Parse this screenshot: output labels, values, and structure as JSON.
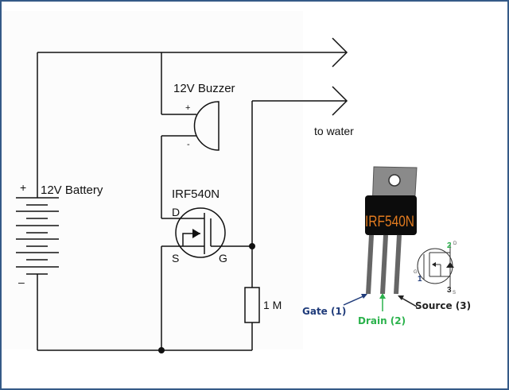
{
  "schematic": {
    "battery_label": "12V Battery",
    "battery_plus": "+",
    "battery_minus": "–",
    "buzzer_label": "12V Buzzer",
    "buzzer_plus": "+",
    "buzzer_minus": "-",
    "mosfet_label": "IRF540N",
    "pin_d": "D",
    "pin_s": "S",
    "pin_g": "G",
    "resistor_label": "1 M",
    "water_label": "to water"
  },
  "package": {
    "marking": "IRF540N",
    "gate_label": "Gate (1)",
    "drain_label": "Drain (2)",
    "source_label": "Source (3)",
    "symbol_pin1": "1",
    "symbol_pin2": "2",
    "symbol_pin3": "3",
    "symbol_g": "G",
    "symbol_d": "D",
    "symbol_s": "S"
  },
  "colors": {
    "frame": "#355a87",
    "gate": "#1f3b7a",
    "drain": "#2bb24c",
    "source": "#222222",
    "marking": "#e07a1f"
  }
}
